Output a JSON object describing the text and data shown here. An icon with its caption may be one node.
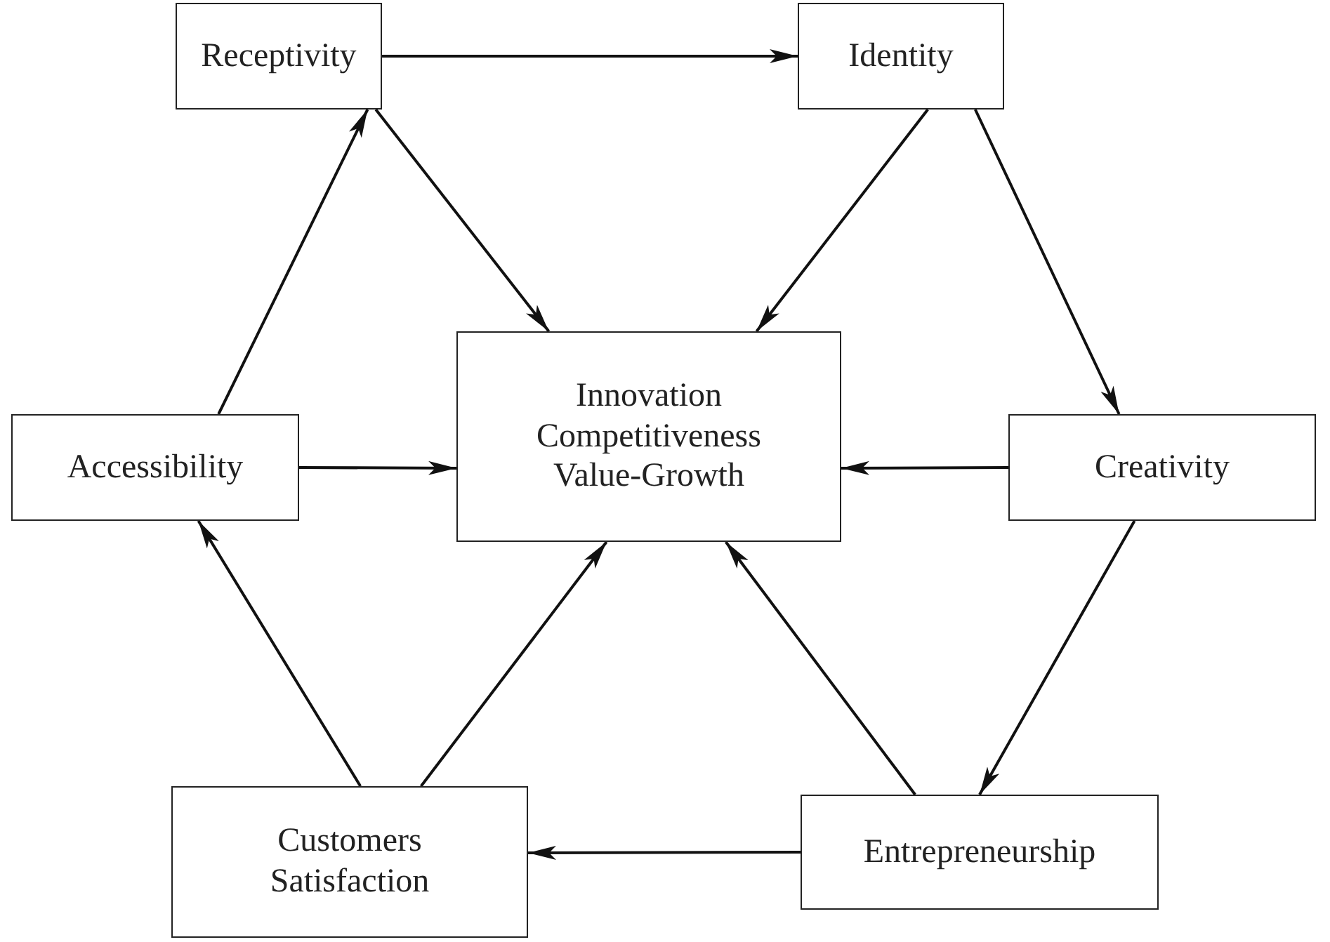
{
  "diagram": {
    "nodes": [
      {
        "text": [
          "Receptivity"
        ]
      },
      {
        "text": [
          "Identity"
        ]
      },
      {
        "text": [
          "Innovation Competitiveness Value-Growth"
        ]
      },
      {
        "text": [
          "Accessibility"
        ]
      },
      {
        "text": [
          "Creativity"
        ]
      },
      {
        "text": [
          "Customers Satisfaction"
        ]
      },
      {
        "text": [
          "Entrepreneurship"
        ]
      }
    ],
    "edges": [
      {
        "from": 0,
        "to": 1,
        "arrow": "to"
      },
      {
        "from": 0,
        "to": 2,
        "arrow": "to"
      },
      {
        "from": 1,
        "to": 2,
        "arrow": "to"
      },
      {
        "from": 1,
        "to": 4,
        "arrow": "to"
      },
      {
        "from": 3,
        "to": 0,
        "arrow": "to"
      },
      {
        "from": 3,
        "to": 2,
        "arrow": "to"
      },
      {
        "from": 4,
        "to": 2,
        "arrow": "to"
      },
      {
        "from": 4,
        "to": 6,
        "arrow": "to"
      },
      {
        "from": 6,
        "to": 5,
        "arrow": "to"
      },
      {
        "from": 6,
        "to": 2,
        "arrow": "to"
      },
      {
        "from": 5,
        "to": 3,
        "arrow": "to"
      },
      {
        "from": 5,
        "to": 2,
        "arrow": "to"
      }
    ]
  }
}
